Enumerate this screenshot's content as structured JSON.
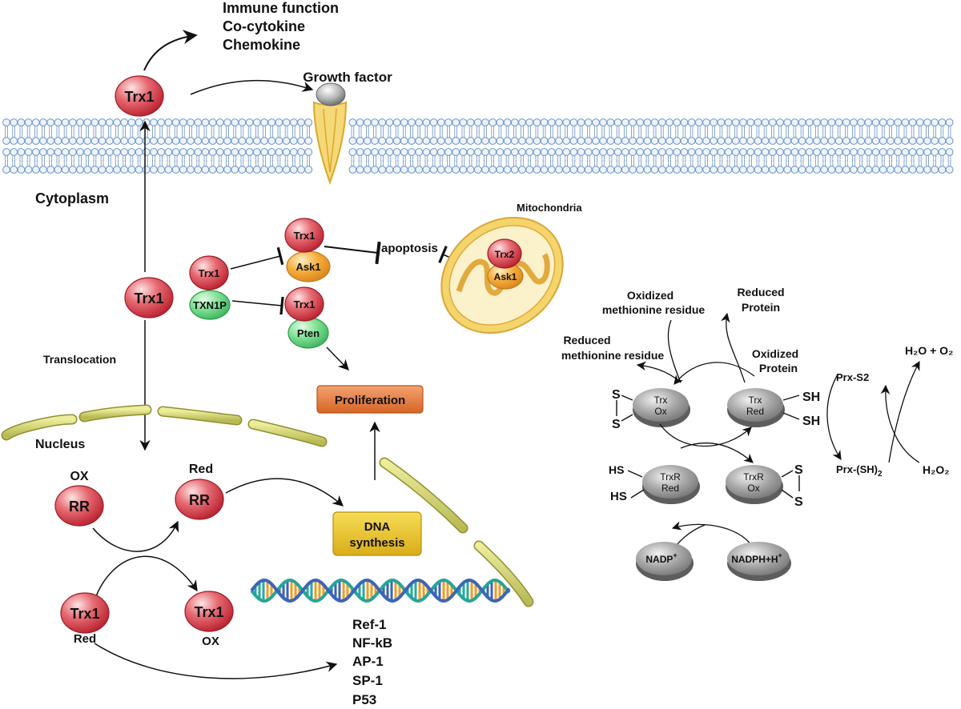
{
  "top_list": [
    "Immune function",
    "Co-cytokine",
    "Chemokine"
  ],
  "growth_factor": "Growth factor",
  "cytoplasm": "Cytoplasm",
  "translocation": "Translocation",
  "nucleus": "Nucleus",
  "mitochondria": "Mitochondria",
  "apoptosis": "apoptosis",
  "proliferation": "Proliferation",
  "dna_synthesis": [
    "DNA",
    "synthesis"
  ],
  "proteins": {
    "trx1": "Trx1",
    "ask1": "Ask1",
    "txn1p": "TXN1P",
    "pten": "Pten",
    "trx2": "Trx2",
    "rr": "RR"
  },
  "states": {
    "ox": "OX",
    "red": "Red"
  },
  "transcription_factors": [
    "Ref-1",
    "NF-kB",
    "AP-1",
    "SP-1",
    "P53"
  ],
  "right_cycle": {
    "oxidized_methionine": [
      "Oxidized",
      "methionine residue"
    ],
    "reduced_protein": [
      "Reduced",
      "Protein"
    ],
    "reduced_methionine": [
      "Reduced",
      "methionine residue"
    ],
    "oxidized_protein": [
      "Oxidized",
      "Protein"
    ],
    "trx_ox": [
      "Trx",
      "Ox"
    ],
    "trx_red": [
      "Trx",
      "Red"
    ],
    "trxr_red": [
      "TrxR",
      "Red"
    ],
    "trxr_ox": [
      "TrxR",
      "Ox"
    ],
    "nadp": "NADP",
    "nadph": "NADPH+H",
    "plus": "+",
    "s": "S",
    "sh": "SH",
    "hs": "HS",
    "prx_s2": "Prx-S2",
    "prx_sh2": "Prx-(SH)",
    "sub2": "2",
    "h2o_o2": "H₂O + O₂",
    "h2o2": "H₂O₂"
  },
  "colors": {
    "trx_red": "#d9434e",
    "ask_orange": "#f0a030",
    "green": "#5cd27a",
    "membrane_blue": "#6a93c8",
    "receptor_yellow": "#f0c850",
    "nucleus_yellow": "#cccd70",
    "proliferation_orange": "#e07a3a",
    "dna_yellow": "#e8c22a",
    "grey": "#8e8e8e"
  }
}
